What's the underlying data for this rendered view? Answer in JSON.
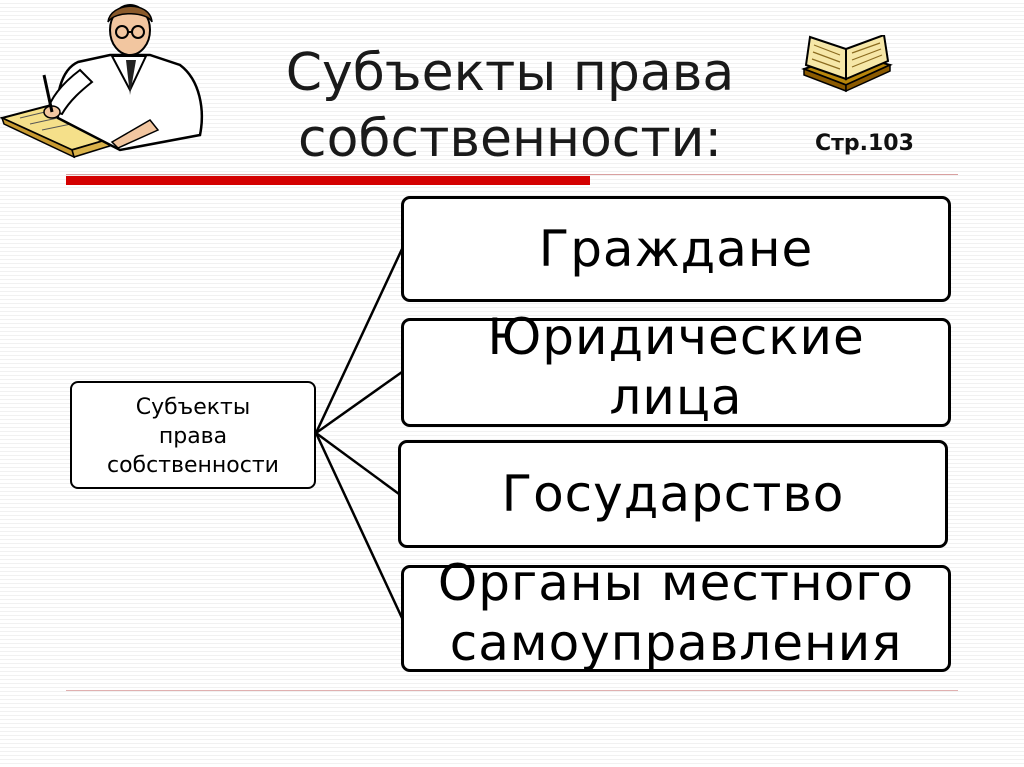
{
  "slide": {
    "title": "Субъекты права\nсобственности:",
    "page_ref": "Стр.103"
  },
  "diagram": {
    "root": "Субъекты\nправа\nсобственности",
    "children": [
      "Граждане",
      "Юридические\nлица",
      "Государство",
      "Органы местного\nсамоуправления"
    ]
  },
  "icons": [
    "scientist-writing-icon",
    "open-book-icon"
  ],
  "colors": {
    "accent_rule": "#d40000",
    "border": "#000000",
    "background": "#ffffff"
  }
}
